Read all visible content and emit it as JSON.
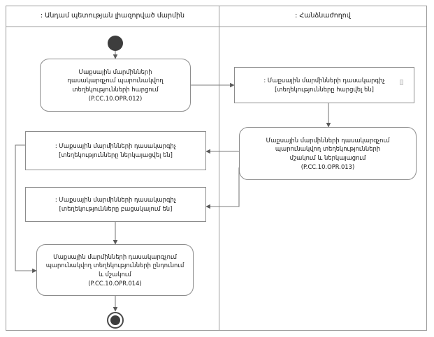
{
  "diagram": {
    "type": "uml-activity-diagram",
    "title": "",
    "lanes": [
      {
        "id": "lane-left",
        "label": ": Անդամ պետության լիազորված մարմին"
      },
      {
        "id": "lane-right",
        "label": ": Հանձնաժողով"
      }
    ],
    "nodes": [
      {
        "id": "start",
        "kind": "initial-node",
        "label": ""
      },
      {
        "id": "activity-opr-012",
        "kind": "activity",
        "lane": "lane-left",
        "label": "Մաքսային մարմինների\nդասակարգչում պարունակվող\nտեղեկությունների հարցում\n(P.CC.10.OPR.012)",
        "code": "P.CC.10.OPR.012"
      },
      {
        "id": "object-requested",
        "kind": "object",
        "lane": "lane-right",
        "label": ": Մաքսային մարմինների դասակարգիչ\n[տեղեկությունները հարցվել են]",
        "state": "տեղեկությունները հարցվել են"
      },
      {
        "id": "activity-opr-013",
        "kind": "activity",
        "lane": "lane-right",
        "label": "Մաքսային մարմինների դասակարգչում\nպարունակվող տեղեկությունների\nմշակում և ներկայացում\n(P.CC.10.OPR.013)",
        "code": "P.CC.10.OPR.013"
      },
      {
        "id": "object-presented",
        "kind": "object",
        "lane": "lane-left",
        "label": ": Մաքսային մարմինների դասակարգիչ\n[տեղեկությունները ներկայացվել են]",
        "state": "տեղեկությունները ներկայացվել են"
      },
      {
        "id": "object-absent",
        "kind": "object",
        "lane": "lane-left",
        "label": ": Մաքսային մարմինների դասակարգիչ\n[տեղեկությունները բացակայում են]",
        "state": "տեղեկությունները բացակայում են"
      },
      {
        "id": "activity-opr-014",
        "kind": "activity",
        "lane": "lane-left",
        "label": "Մաքսային մարմինների դասակարգչում\nպարունակվող տեղեկությունների ընդունում\nև մշակում\n(P.CC.10.OPR.014)",
        "code": "P.CC.10.OPR.014"
      },
      {
        "id": "end",
        "kind": "final-node",
        "label": ""
      }
    ],
    "colors": {
      "frame": "#9a9a9a",
      "node_border": "#8c8c8c",
      "node_fill": "#ffffff",
      "connector": "#6e6e6e",
      "node_marker": "#3d3d3d",
      "text": "#1a1a1a"
    }
  }
}
